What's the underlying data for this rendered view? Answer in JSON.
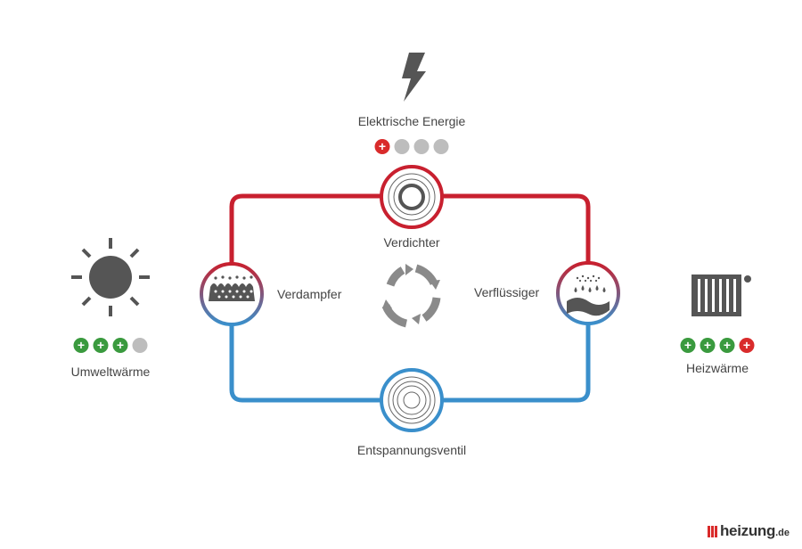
{
  "labels": {
    "energy": "Elektrische Energie",
    "compressor": "Verdichter",
    "evaporator": "Verdampfer",
    "condenser": "Verflüssiger",
    "expansion": "Entspannungsventil",
    "ambient": "Umweltwärme",
    "heating": "Heizwärme"
  },
  "indicators": {
    "energy": [
      "red",
      "grey",
      "grey",
      "grey"
    ],
    "ambient": [
      "green",
      "green",
      "green",
      "grey"
    ],
    "heating": [
      "green",
      "green",
      "green",
      "red"
    ]
  },
  "plus_symbol": "+",
  "logo": {
    "main": "heizung",
    "tld": ".de"
  },
  "colors": {
    "hot_loop": "#c8202f",
    "cold_loop": "#3a8fcb",
    "icon_grey": "#555555",
    "cycle_grey": "#8a8a8a"
  },
  "icons": {
    "energy": "lightning-bolt-icon",
    "ambient": "sun-icon",
    "heating": "radiator-icon",
    "cycle": "circular-arrows-icon"
  }
}
